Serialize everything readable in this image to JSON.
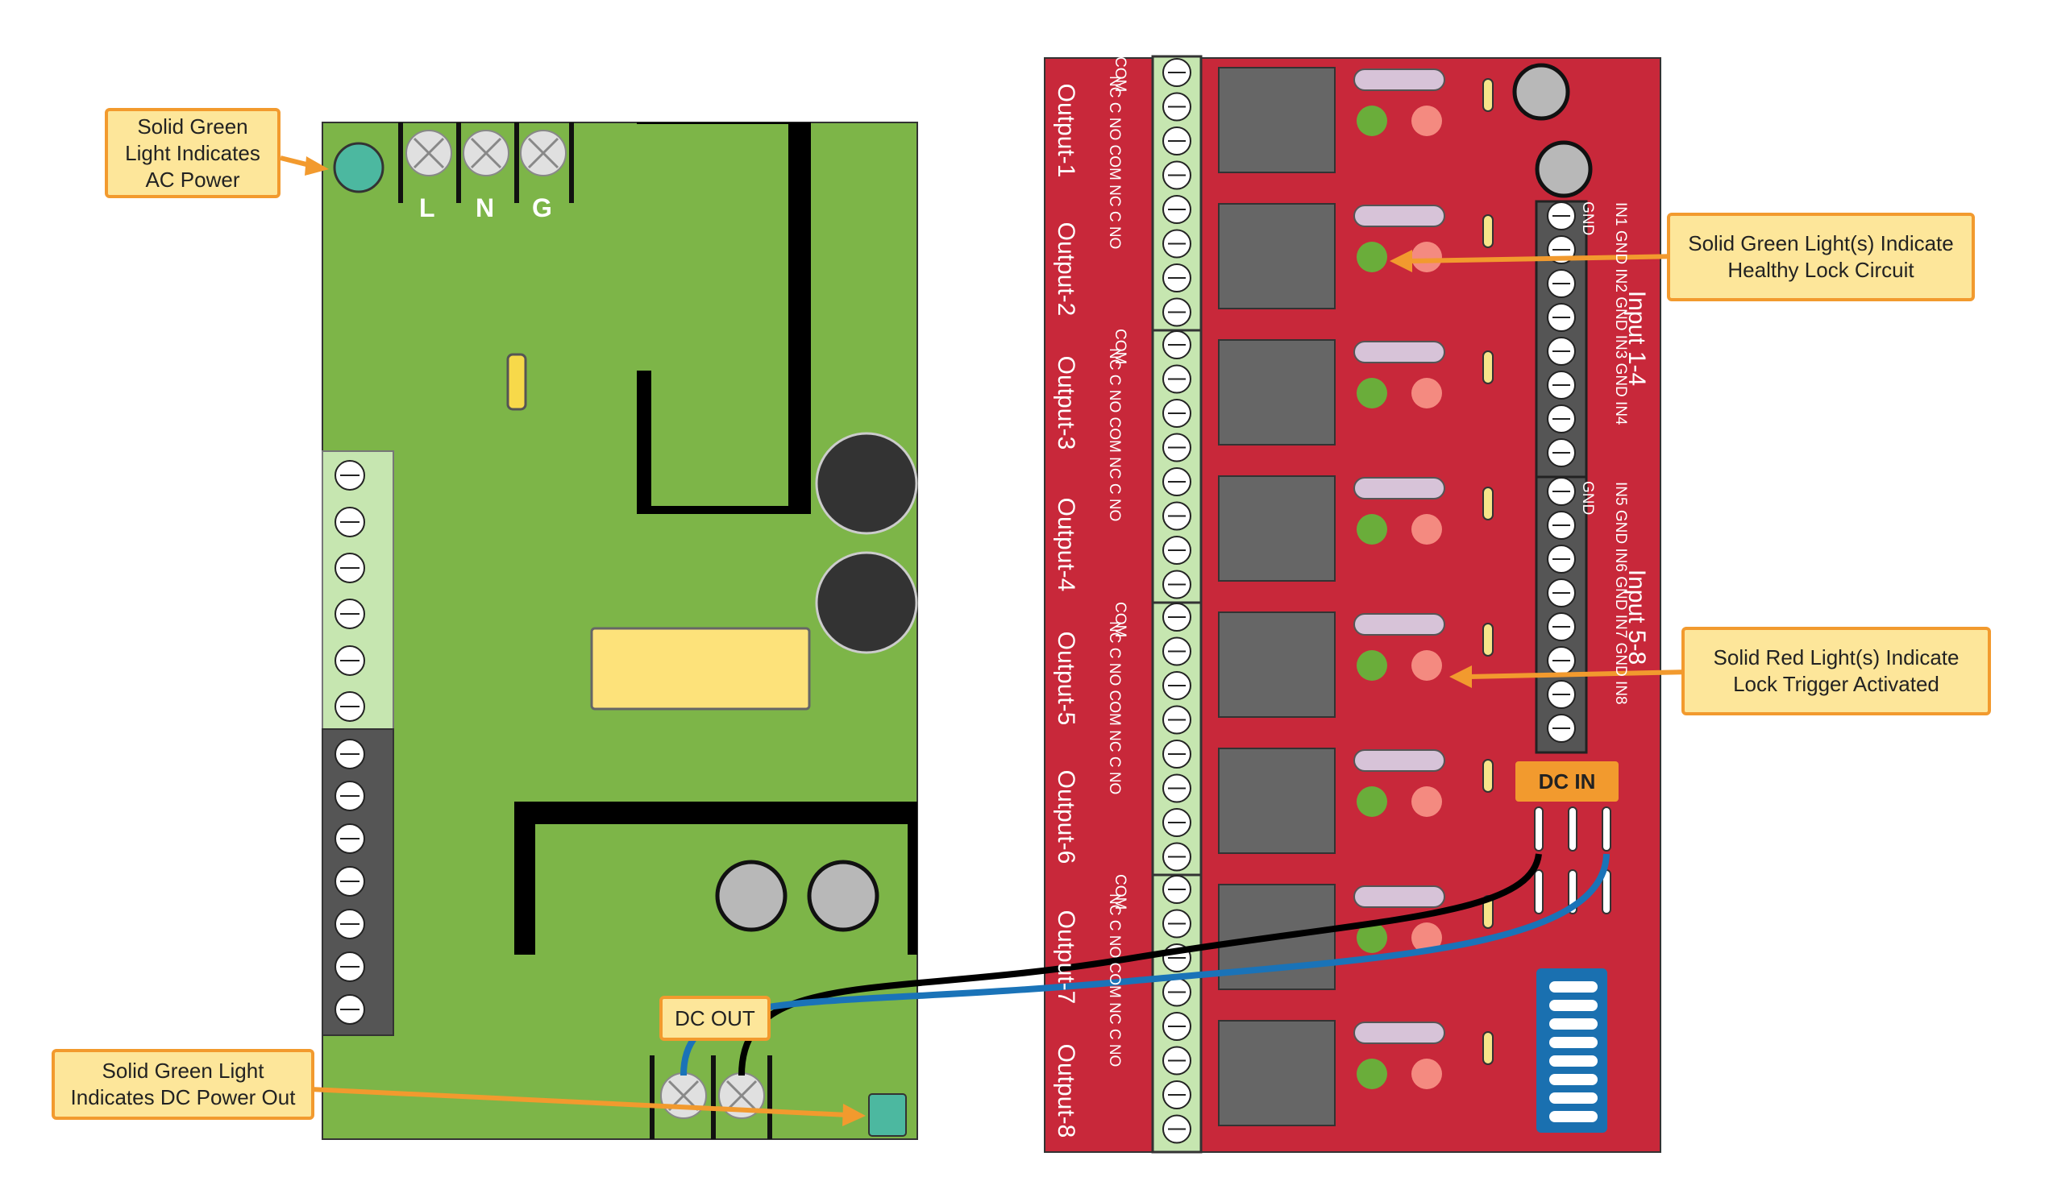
{
  "callouts": {
    "ac_power": "Solid Green\nLight Indicates\nAC Power",
    "dc_power_out": "Solid Green Light\nIndicates DC Power Out",
    "healthy_lock": "Solid Green Light(s) Indicate\nHealthy Lock Circuit",
    "lock_trigger": "Solid Red Light(s) Indicate\nLock Trigger Activated"
  },
  "power_supply": {
    "terminal_l": "L",
    "terminal_n": "N",
    "terminal_g": "G",
    "dc_out_label": "DC OUT"
  },
  "relay_board": {
    "dc_in_label": "DC IN",
    "outputs": [
      "Output-1",
      "Output-2",
      "Output-3",
      "Output-4",
      "Output-5",
      "Output-6",
      "Output-7",
      "Output-8"
    ],
    "output_pins_a": "NC  C  NO COM NC  C  NO",
    "output_pins_com": "COM",
    "input_groups": [
      {
        "label": "Input 1-4",
        "pins": "IN1 GND IN2 GND IN3 GND IN4",
        "gnd": "GND"
      },
      {
        "label": "Input 5-8",
        "pins": "IN5 GND IN6 GND IN7 GND IN8",
        "gnd": "GND"
      }
    ]
  },
  "colors": {
    "psu_board": "#7db548",
    "relay_board": "#c8283a",
    "terminal_light": "#c6e6b0",
    "terminal_dark": "#555555",
    "callout_fill": "#fde69a",
    "callout_border": "#f29a2e",
    "led_green": "#6aad3a",
    "led_red": "#f48a80",
    "led_teal": "#4cb8a0",
    "wire_black": "#000000",
    "wire_blue": "#1a73b8",
    "dip_switch": "#1a70b0"
  }
}
